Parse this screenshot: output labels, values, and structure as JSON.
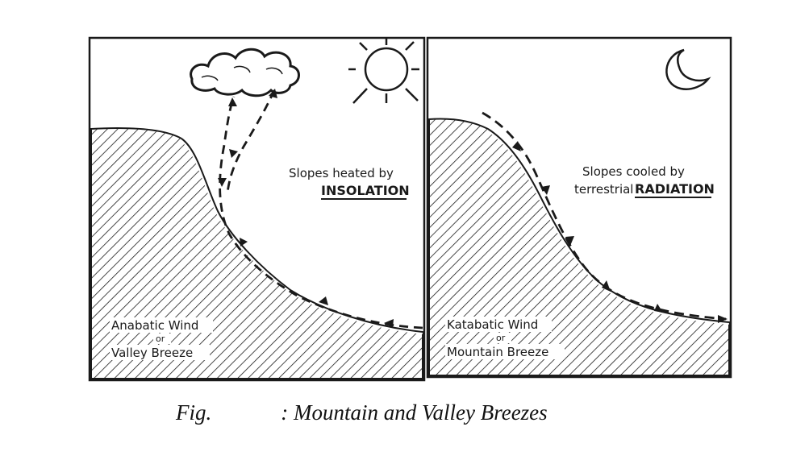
{
  "left_panel": {
    "heat_label_line1": "Slopes heated by",
    "heat_label_line2": "INSOLATION",
    "wind_label_line1": "Anabatic Wind",
    "wind_label_line2": "or",
    "wind_label_line3": "Valley Breeze"
  },
  "right_panel": {
    "cool_label_line1": "Slopes cooled by",
    "cool_label_line2a": "terrestrial",
    "cool_label_line2b": "RADIATION",
    "wind_label_line1": "Katabatic Wind",
    "wind_label_line2": "or",
    "wind_label_line3": "Mountain Breeze"
  },
  "caption": {
    "prefix": "Fig.",
    "text": ": Mountain and Valley Breezes"
  },
  "icons": {
    "left_sky": [
      "cloud-icon",
      "sun-icon"
    ],
    "right_sky": [
      "crescent-moon-icon"
    ]
  },
  "colors": {
    "ink": "#1a1a1a",
    "paper": "#ffffff"
  }
}
